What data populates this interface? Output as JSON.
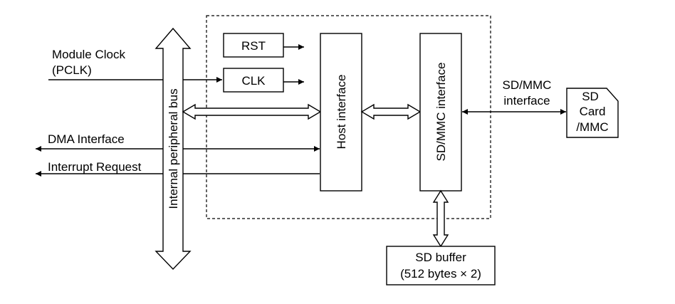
{
  "labels": {
    "module_clock_line1": "Module Clock",
    "module_clock_line2": "(PCLK)",
    "dma_interface": "DMA Interface",
    "interrupt_request": "Interrupt Request",
    "internal_bus": "Internal peripheral bus",
    "rst": "RST",
    "clk": "CLK",
    "host_interface": "Host interface",
    "sdmmc_interface_block": "SD/MMC interface",
    "sdmmc_interface_line1": "SD/MMC",
    "sdmmc_interface_line2": "interface",
    "sd_card_line1": "SD",
    "sd_card_line2": "Card",
    "sd_card_line3": "/MMC",
    "sd_buffer_line1": "SD buffer",
    "sd_buffer_line2": "(512 bytes × 2)"
  }
}
